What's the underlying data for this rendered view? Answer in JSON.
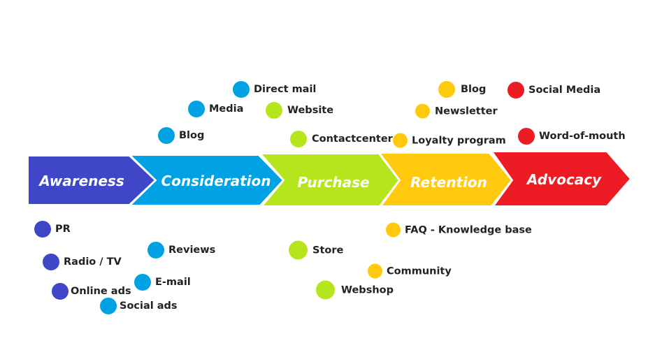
{
  "colors": {
    "awareness": "#4046c8",
    "consideration": "#00a2e3",
    "purchase": "#b5e51d",
    "retention": "#ffc90e",
    "advocacy": "#ed1c24"
  },
  "stages": [
    "Awareness",
    "Consideration",
    "Purchase",
    "Retention",
    "Advocacy"
  ],
  "touchpoints": {
    "pr": "PR",
    "radio_tv": "Radio / TV",
    "online_ads": "Online ads",
    "social_ads": "Social ads",
    "email": "E-mail",
    "reviews": "Reviews",
    "blog": "Blog",
    "media": "Media",
    "direct_mail": "Direct mail",
    "website": "Website",
    "contactcenter": "Contactcenter",
    "store": "Store",
    "webshop": "Webshop",
    "blog2": "Blog",
    "newsletter": "Newsletter",
    "loyalty": "Loyalty program",
    "faq": "FAQ - Knowledge base",
    "community": "Community",
    "social_media": "Social Media",
    "word_of_mouth": "Word-of-mouth"
  }
}
